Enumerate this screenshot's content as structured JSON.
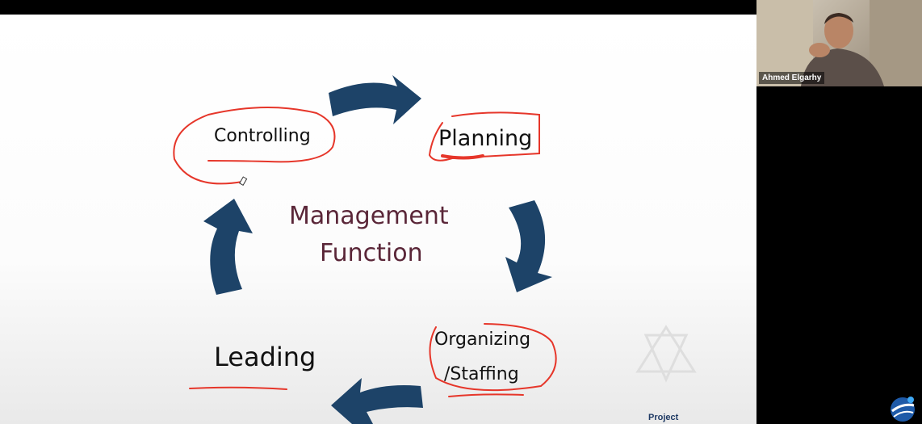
{
  "slide": {
    "center_title": [
      "Management",
      "Function"
    ],
    "nodes": {
      "controlling": "Controlling",
      "planning": "Planning",
      "organizing_line1": "Organizing",
      "organizing_line2": "/Staffing",
      "leading": "Leading"
    },
    "watermark_label": "Project",
    "colors": {
      "arrow": "#1d4368",
      "annotation": "#e6362a",
      "title": "#5a2638"
    }
  },
  "participant": {
    "name": "Ahmed Elgarhy"
  },
  "icons": [
    "pen-cursor-icon",
    "app-logo-icon",
    "watermark-logo-icon"
  ]
}
